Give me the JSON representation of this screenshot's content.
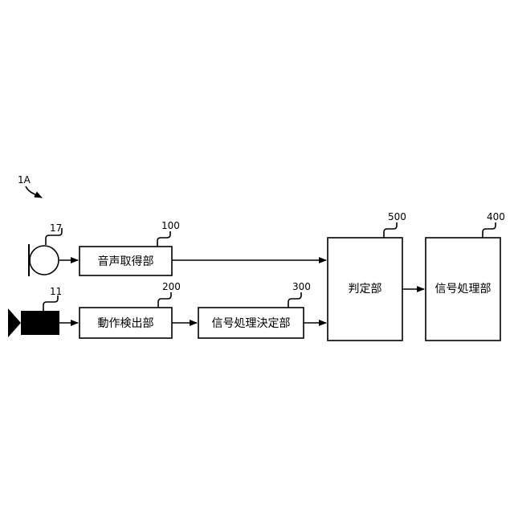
{
  "diagram": {
    "figure_label": "1A",
    "nodes": {
      "microphone": {
        "ref": "17"
      },
      "camera": {
        "ref": "11"
      },
      "audio_acquisition": {
        "label": "音声取得部",
        "ref": "100"
      },
      "motion_detection": {
        "label": "動作検出部",
        "ref": "200"
      },
      "signal_processing_decision": {
        "label": "信号処理決定部",
        "ref": "300"
      },
      "judgment": {
        "label": "判定部",
        "ref": "500"
      },
      "signal_processing": {
        "label": "信号処理部",
        "ref": "400"
      }
    }
  }
}
